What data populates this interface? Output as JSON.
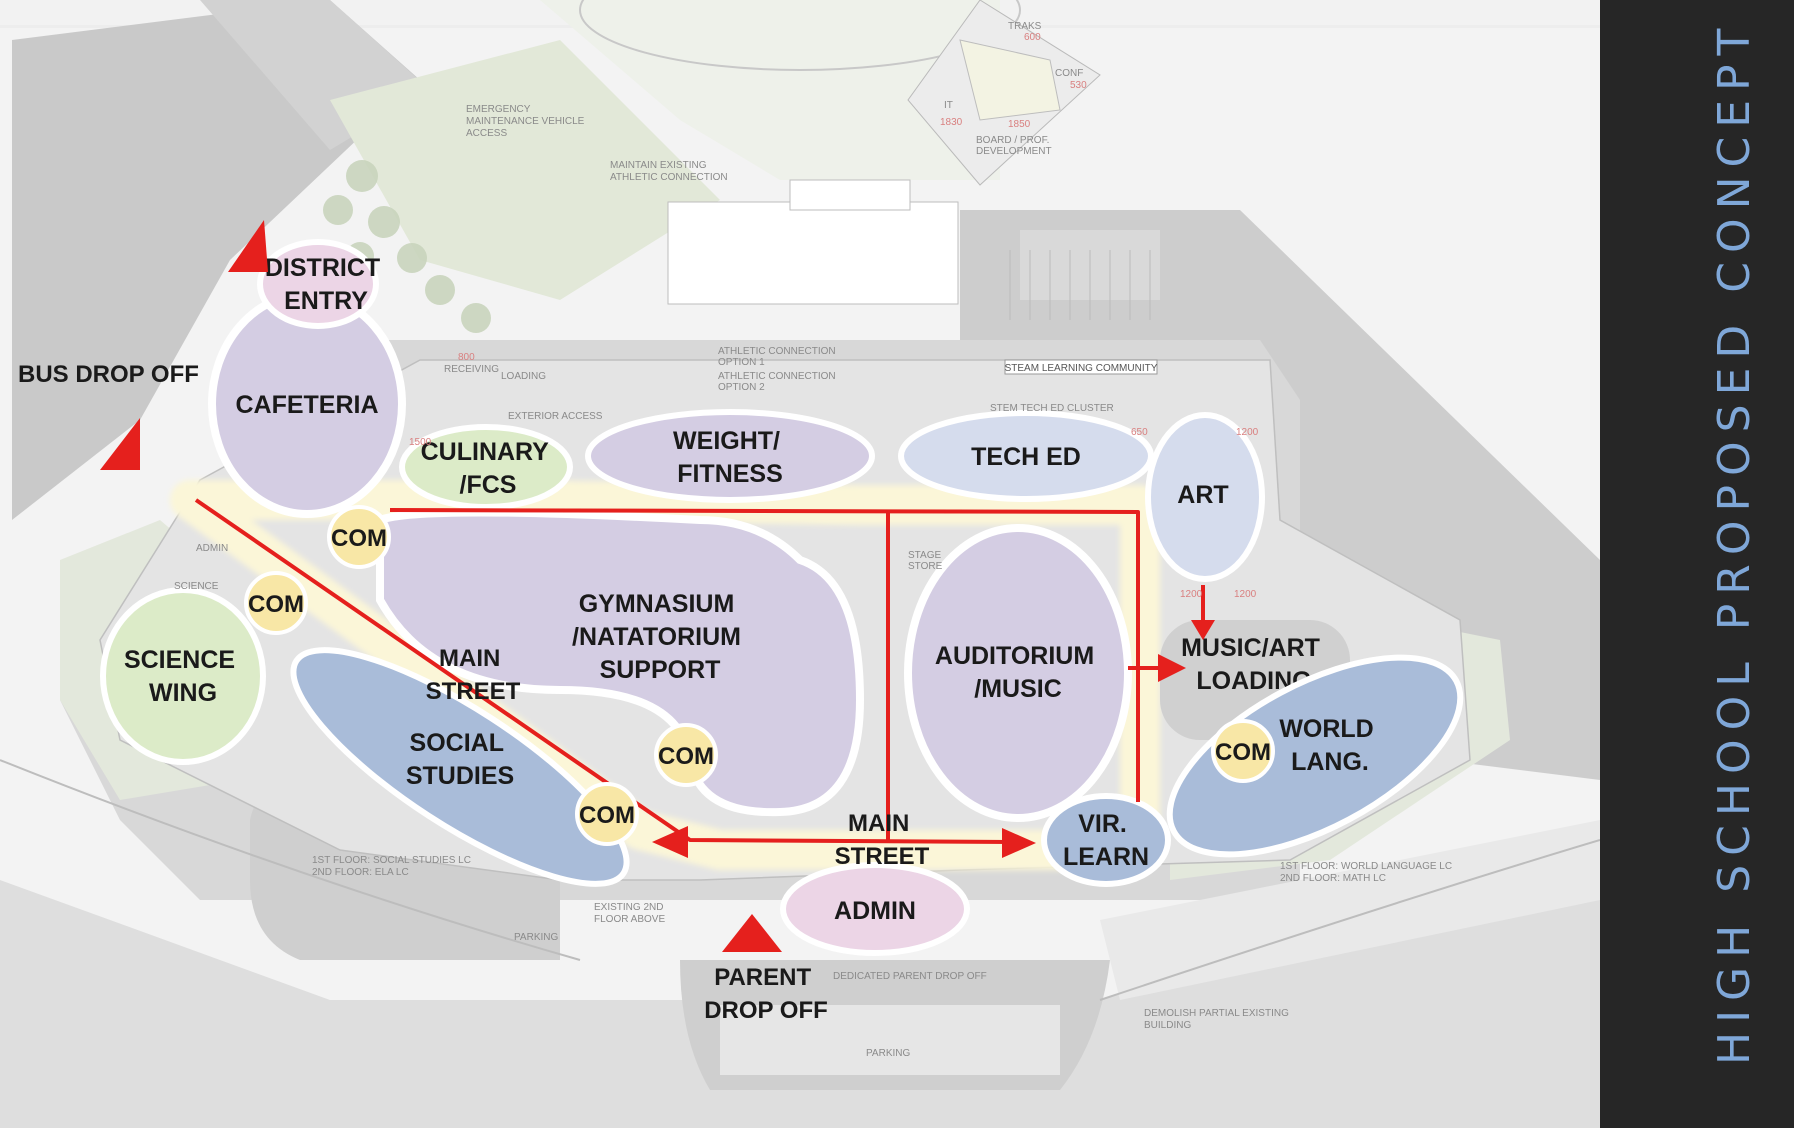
{
  "sidebar_title": "HIGH SCHOOL PROPOSED CONCEPT",
  "zones": {
    "district_entry": [
      "DISTRICT",
      "ENTRY"
    ],
    "cafeteria": "CAFETERIA",
    "culinary": [
      "CULINARY",
      "/FCS"
    ],
    "weight_fitness": [
      "WEIGHT/",
      "FITNESS"
    ],
    "tech_ed": "TECH ED",
    "art": "ART",
    "gymnasium": [
      "GYMNASIUM",
      "/NATATORIUM",
      "SUPPORT"
    ],
    "auditorium": [
      "AUDITORIUM",
      "/MUSIC"
    ],
    "music_art_loading": [
      "MUSIC/ART",
      "LOADING"
    ],
    "science_wing": [
      "SCIENCE",
      "WING"
    ],
    "social_studies": [
      "SOCIAL",
      "STUDIES"
    ],
    "world_lang": [
      "WORLD",
      "LANG."
    ],
    "vir_learn": [
      "VIR.",
      "LEARN"
    ],
    "admin": "ADMIN",
    "com": "COM"
  },
  "labels": {
    "bus_drop_off": "BUS DROP OFF",
    "main_street_1": [
      "MAIN",
      "STREET"
    ],
    "main_street_2": [
      "MAIN",
      "STREET"
    ],
    "parent_drop_off": [
      "PARENT",
      "DROP OFF"
    ]
  },
  "notes": {
    "emergency": [
      "EMERGENCY",
      "MAINTENANCE VEHICLE",
      "ACCESS"
    ],
    "athletic_conn": [
      "MAINTAIN EXISTING",
      "ATHLETIC CONNECTION"
    ],
    "steam": "STEAM LEARNING COMMUNITY",
    "stem_cluster": "STEM TECH ED CLUSTER",
    "opt1": [
      "ATHLETIC CONNECTION",
      "OPTION 1"
    ],
    "opt2": [
      "ATHLETIC CONNECTION",
      "OPTION 2"
    ],
    "social_floor": [
      "1ST FLOOR: SOCIAL STUDIES  LC",
      "2ND FLOOR: ELA LC"
    ],
    "world_floor": [
      "1ST FLOOR: WORLD LANGUAGE LC",
      "2ND FLOOR: MATH LC"
    ],
    "existing_2nd": [
      "EXISTING 2ND",
      "FLOOR ABOVE"
    ],
    "parking": "PARKING",
    "parking2": "PARKING",
    "dedicated_parent": "DEDICATED PARENT DROP OFF",
    "demolish": [
      "DEMOLISH PARTIAL EXISTING",
      "BUILDING"
    ],
    "exterior_access": "EXTERIOR ACCESS",
    "loading": "LOADING",
    "traks": "TRAKS",
    "conf": "CONF",
    "it": "IT",
    "board": [
      "BOARD / PROF.",
      "DEVELOPMENT"
    ],
    "stage": [
      "STAGE",
      "STORE"
    ],
    "receiving": "RECEIVING",
    "admin_small": "ADMIN",
    "science_small": "SCIENCE"
  },
  "room_numbers": [
    "600",
    "530",
    "1830",
    "1850",
    "800",
    "1500",
    "650",
    "1200",
    "1200",
    "1200"
  ],
  "colors": {
    "lavender": "#d4cde3",
    "light_blue": "#d5dced",
    "steel_blue": "#a9bcd9",
    "light_green": "#dcebc8",
    "pink": "#ecd5e6",
    "com_yellow": "#f8e7a6",
    "arrow_red": "#e5201d",
    "corridor": "#fbf6d8",
    "sidebar": "#262626",
    "sidebar_text": "#7fa7d8"
  }
}
